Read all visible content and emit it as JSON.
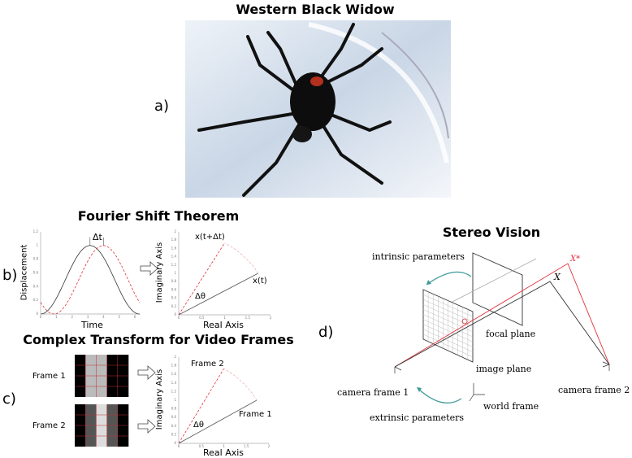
{
  "panel_a": {
    "label": "a)",
    "title": "Western Black Widow"
  },
  "panel_b": {
    "label": "b)",
    "title": "Fourier Shift Theorem",
    "time_plot": {
      "xlabel": "Time",
      "ylabel": "Displacement",
      "annotation": "Δt",
      "xticks": [
        "0",
        "1",
        "2",
        "3",
        "4",
        "5",
        "6"
      ],
      "yticks": [
        "0",
        "0.2",
        "0.4",
        "0.6",
        "0.8",
        "1",
        "1.2"
      ]
    },
    "complex_plot": {
      "xlabel": "Real Axis",
      "ylabel": "Imaginary Axis",
      "label_shifted": "x(t+Δt)",
      "label_original": "x(t)",
      "angle": "Δθ",
      "xticks": [
        "0",
        "0.5",
        "1",
        "1.5",
        "2"
      ],
      "yticks": [
        "0",
        "0.2",
        "0.4",
        "0.6",
        "0.8",
        "1",
        "1.2",
        "1.4",
        "1.6",
        "1.8",
        "2"
      ]
    }
  },
  "panel_c": {
    "label": "c)",
    "title": "Complex Transform for Video Frames",
    "frames": [
      {
        "label": "Frame 1"
      },
      {
        "label": "Frame 2"
      }
    ],
    "complex_plot": {
      "xlabel": "Real Axis",
      "ylabel": "Imaginary Axis",
      "label_shifted": "Frame 2",
      "label_original": "Frame 1",
      "angle": "Δθ"
    }
  },
  "panel_d": {
    "label": "d)",
    "title": "Stereo Vision",
    "labels": {
      "intrinsic": "intrinsic parameters",
      "focal_plane": "focal plane",
      "image_plane": "image plane",
      "camera1": "camera frame 1",
      "camera2": "camera frame 2",
      "world": "world frame",
      "extrinsic": "extrinsic parameters",
      "point": "X",
      "point_star": "X*"
    }
  },
  "colors": {
    "red": "#e0303a",
    "teal": "#3a9a98",
    "gray": "#555555"
  }
}
